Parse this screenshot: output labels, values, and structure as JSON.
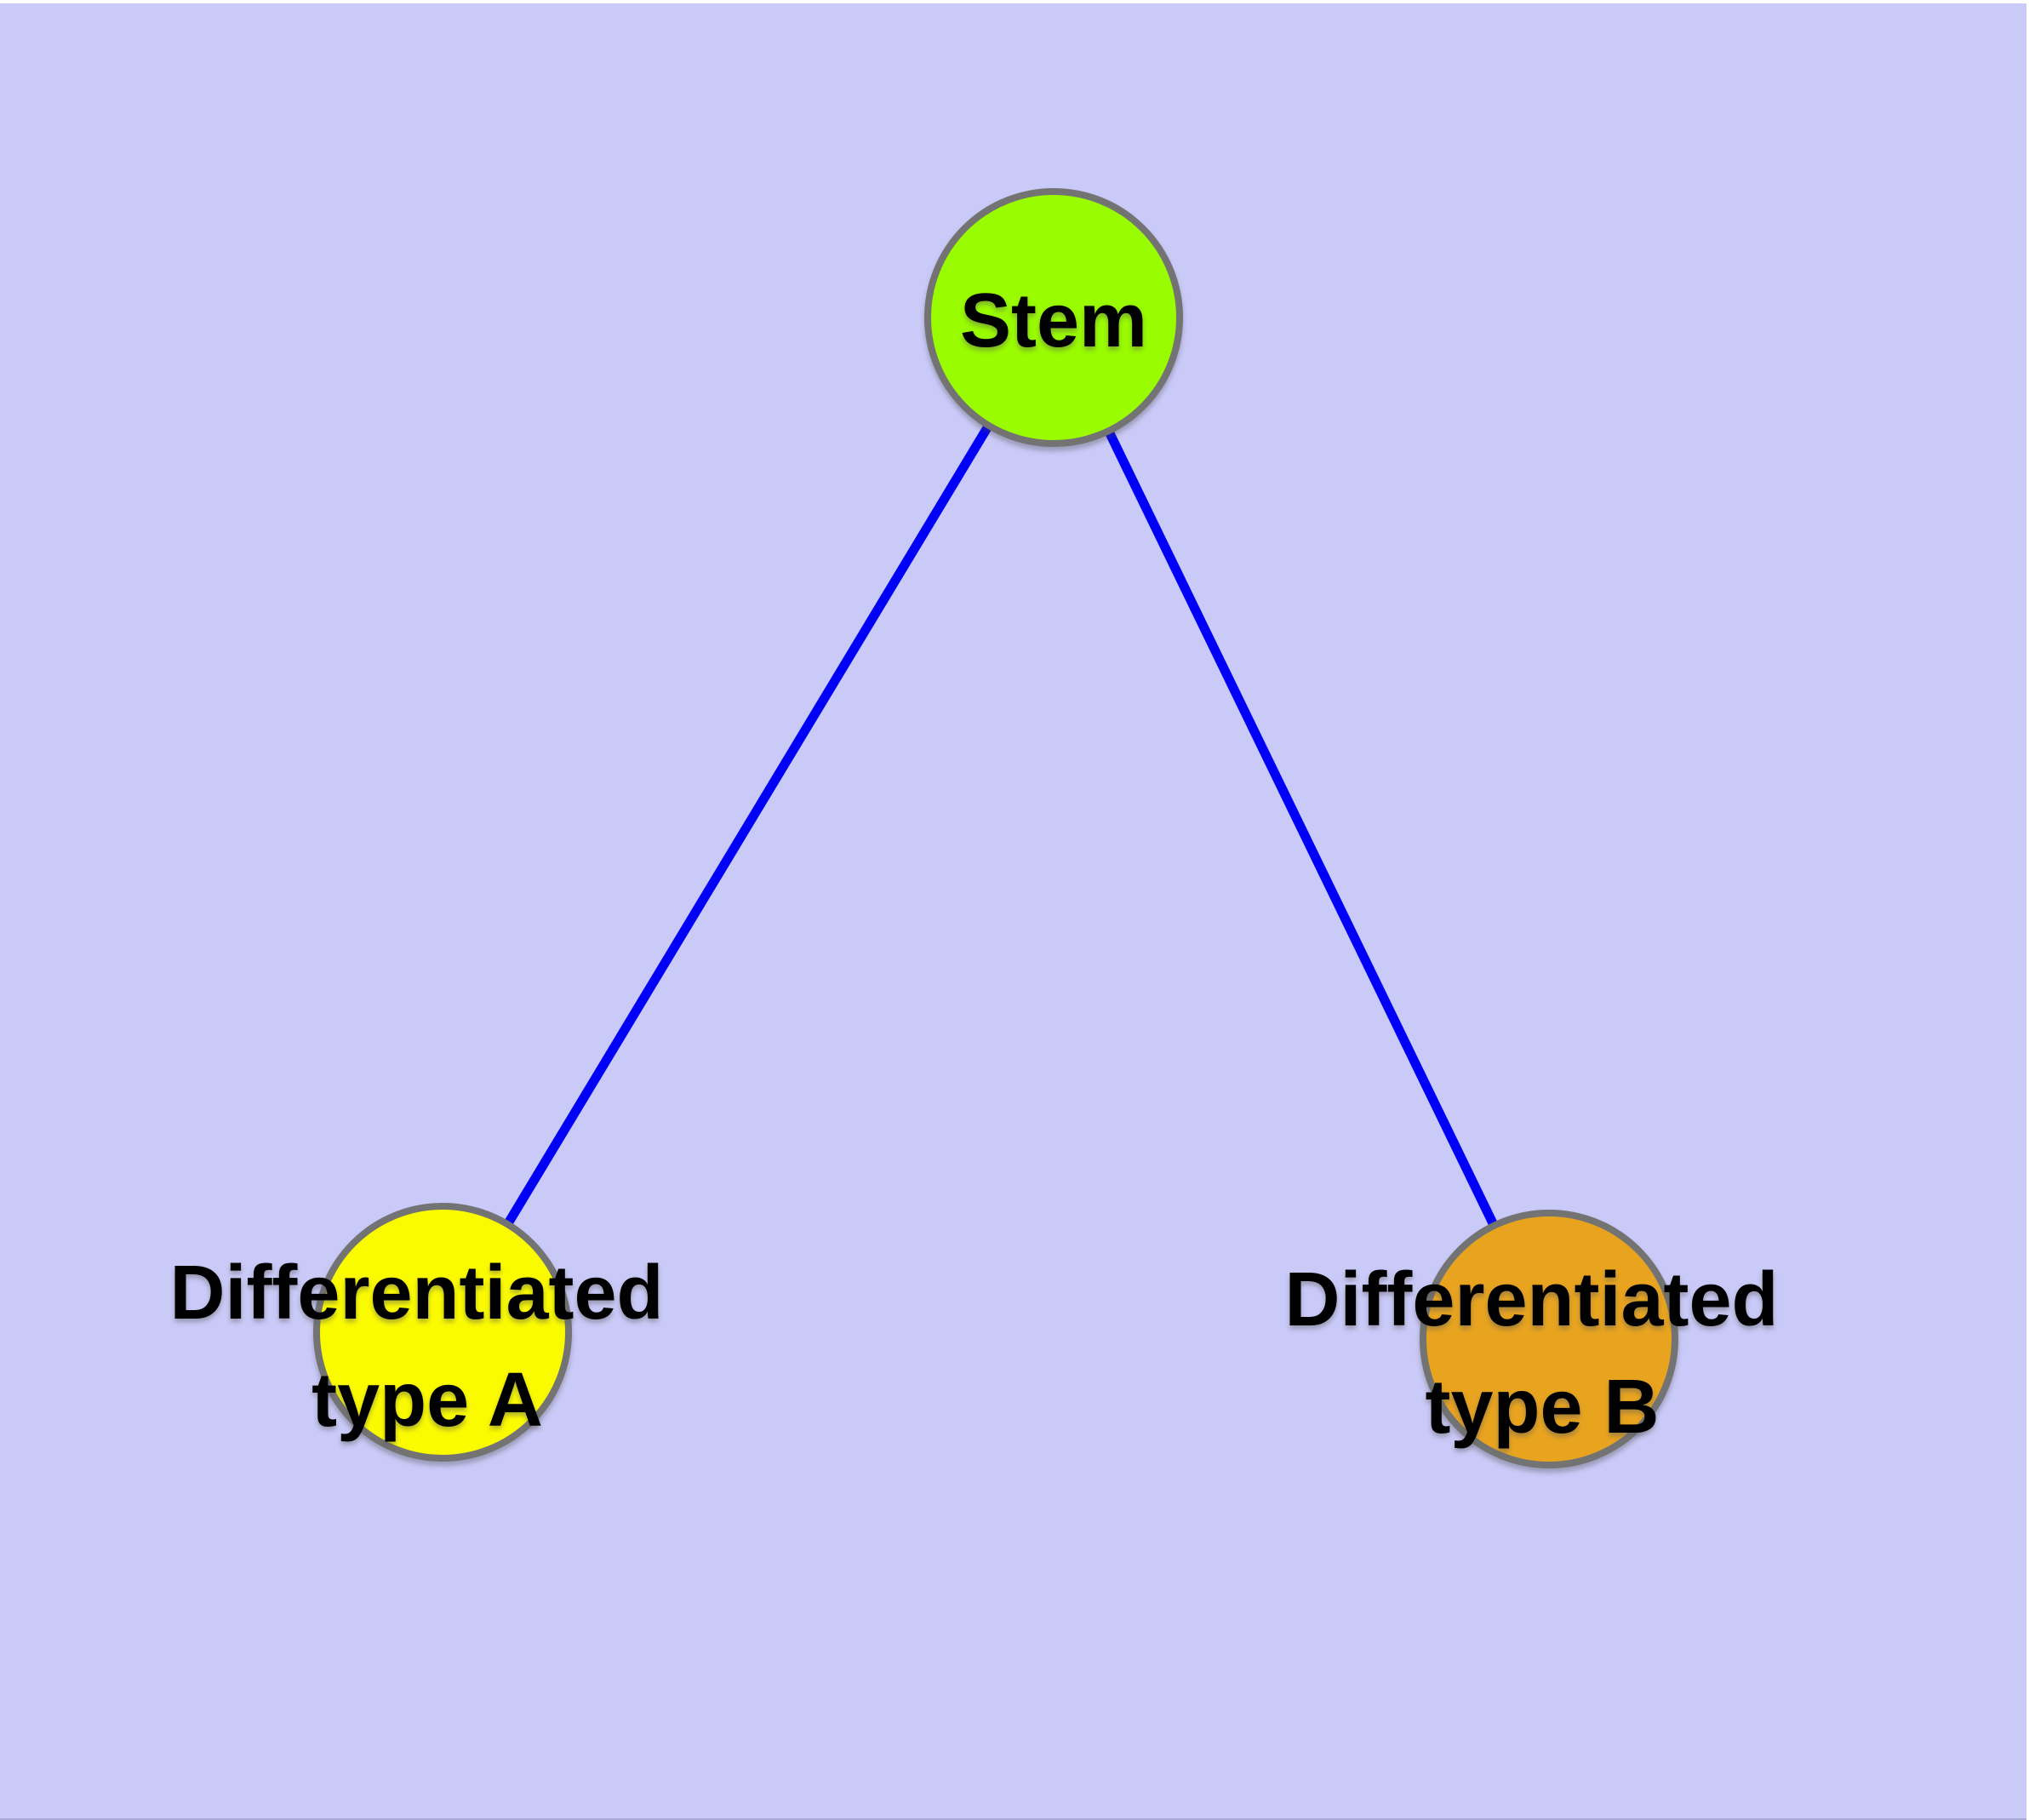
{
  "diagram": {
    "type": "graph",
    "background_color": "#cacaf8",
    "frame_top_color": "#ffffff",
    "frame_bottom_color": "#a9a9d6",
    "edge_color": "#0000f8",
    "node_border_color": "#737373",
    "text_color": "#000000",
    "nodes": [
      {
        "id": "stem",
        "label": "Stem",
        "fill_color": "#99fc00"
      },
      {
        "id": "differentiated-type-a",
        "label": "Differentiated type A",
        "label_line1": "Differentiated",
        "label_line2": "type A",
        "fill_color": "#fbfb00"
      },
      {
        "id": "differentiated-type-b",
        "label": "Differentiated type B",
        "label_line1": "Differentiated",
        "label_line2": "type B",
        "fill_color": "#e8a41f"
      }
    ],
    "edges": [
      {
        "from": "Stem",
        "to": "Differentiated type A"
      },
      {
        "from": "Stem",
        "to": "Differentiated type B"
      }
    ]
  }
}
